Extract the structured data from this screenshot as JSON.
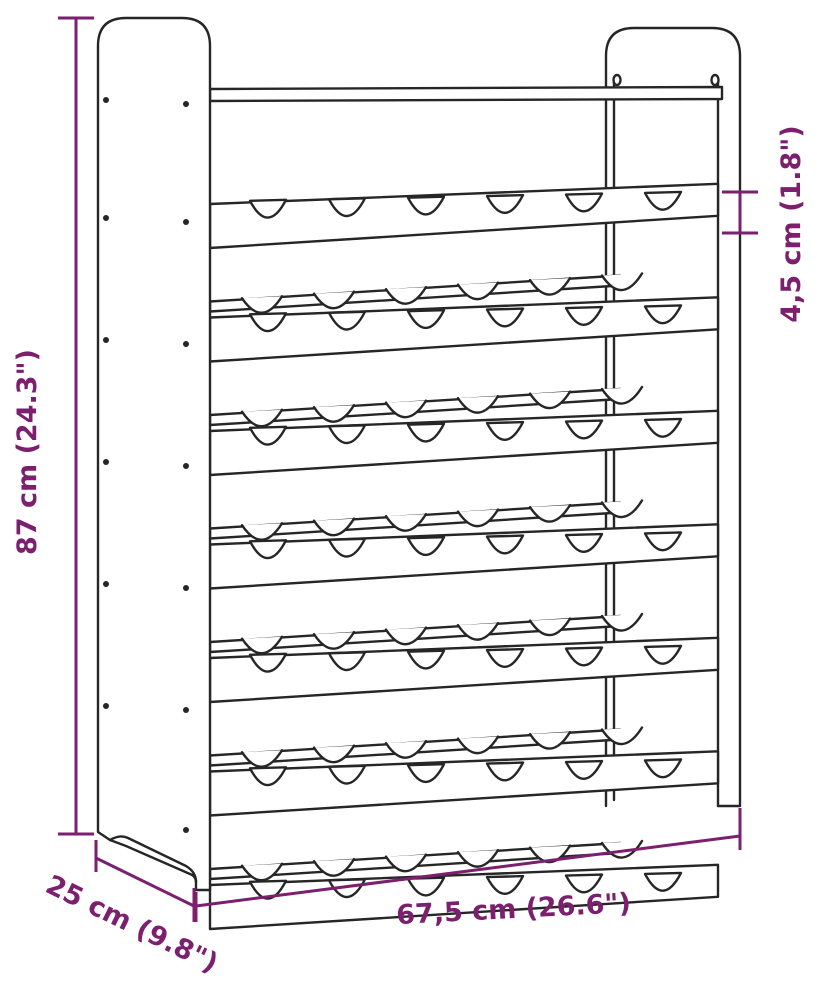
{
  "colors": {
    "dimension": "#7b1f6e",
    "outline": "#262626",
    "background": "#ffffff"
  },
  "product": {
    "kind": "wine rack",
    "shelf_rows": 7,
    "bottle_slots_per_row": 6
  },
  "dimensions": {
    "height_label": "87 cm (24.3\")",
    "depth_label": "25 cm (9.8\")",
    "width_label": "67,5 cm (26.6\")",
    "shelf_thickness_label": "4,5 cm (1.8\")"
  }
}
